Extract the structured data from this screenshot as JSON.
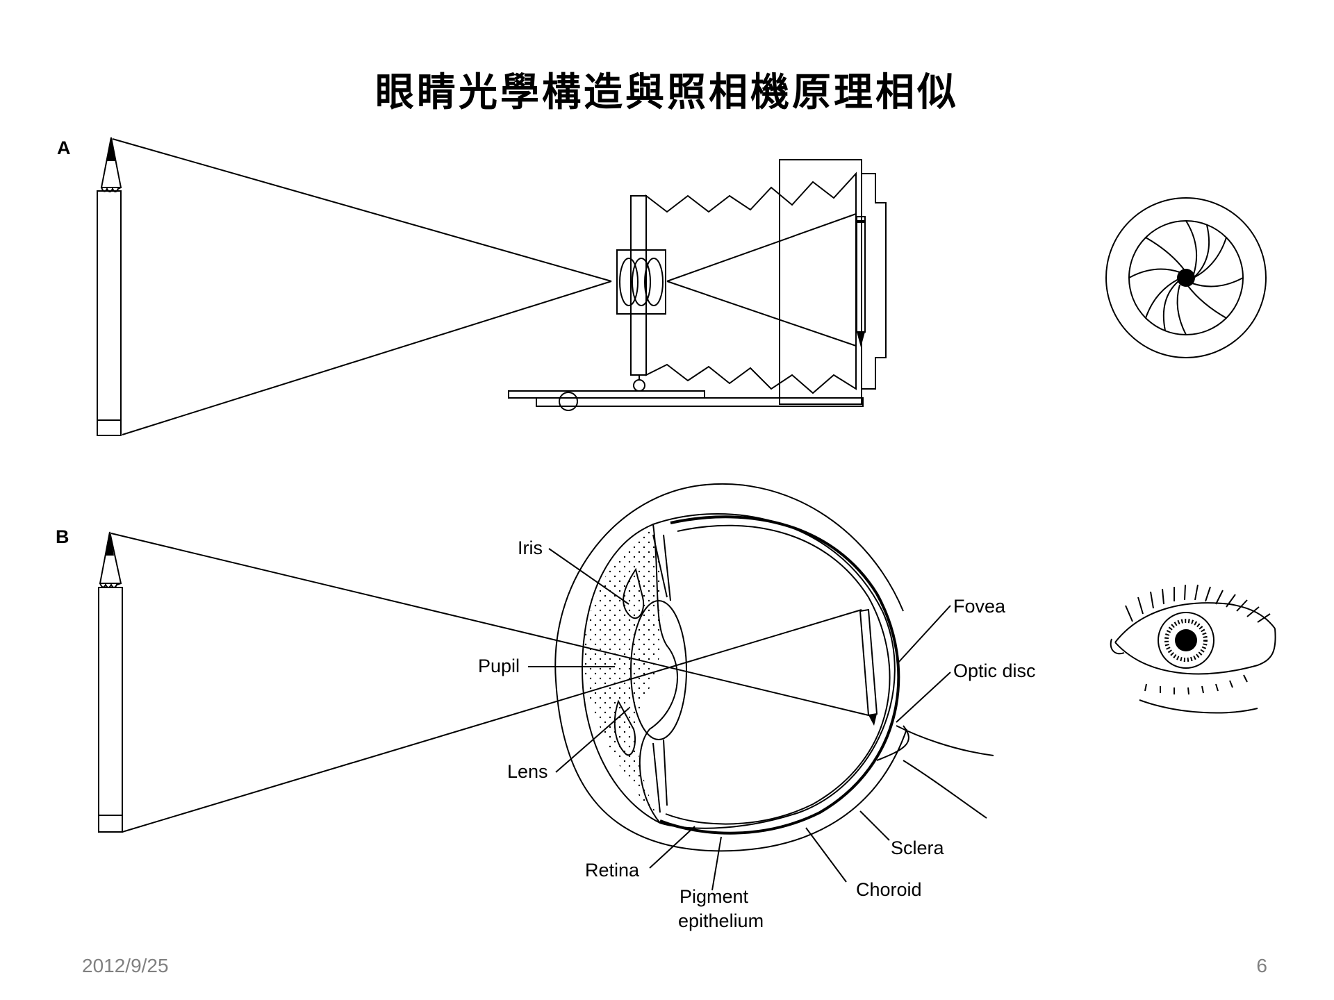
{
  "slide": {
    "title": "眼睛光學構造與照相機原理相似",
    "date": "2012/9/25",
    "page_number": "6"
  },
  "panel_a": {
    "label": "A"
  },
  "panel_b": {
    "label": "B"
  },
  "eye_labels": {
    "iris": "Iris",
    "pupil": "Pupil",
    "lens": "Lens",
    "retina": "Retina",
    "pigment_1": "Pigment",
    "pigment_2": "epithelium",
    "choroid": "Choroid",
    "sclera": "Sclera",
    "fovea": "Fovea",
    "optic_disc": "Optic disc"
  }
}
